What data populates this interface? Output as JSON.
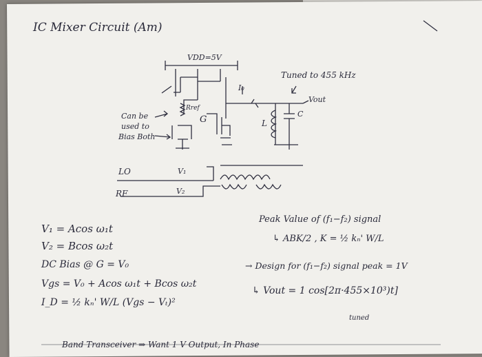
{
  "title": "IC Mixer Circuit (Am)",
  "circuit": {
    "vdd": "VDD=5V",
    "io": "I₀",
    "tuned": "Tuned to 455 kHz",
    "vout": "Vout",
    "rref": "Rref",
    "g_label": "G",
    "l_label": "L",
    "c_label": "C",
    "note1": "Can be",
    "note2": "used to",
    "note3": "Bias Both",
    "lo": "LO",
    "rf": "RF",
    "v1": "V₁",
    "v2": "V₂"
  },
  "equations": {
    "e1": "V₁ = Acos ω₁t",
    "e2": "V₂ = Bcos ω₂t",
    "e3": "DC Bias @ G = V₀",
    "e4": "Vgs = V₀ + Acos ω₁t + Bcos ω₂t",
    "e5": "I_D = ½ kₙ' W/L (Vgs − Vₜ)²"
  },
  "right_notes": {
    "r1": "Peak Value of (f₁−f₂) signal",
    "r2": "↳ ABK/2 ,  K = ½ kₙ' W/L",
    "r3": "→ Design for (f₁−f₂) signal peak = 1V",
    "r4": "↳ Vout = 1 cos[2π·455×10³)t]",
    "r5": "tuned"
  },
  "footer": "Band Transceiver ⇒ Want 1 V Output, In Phase"
}
